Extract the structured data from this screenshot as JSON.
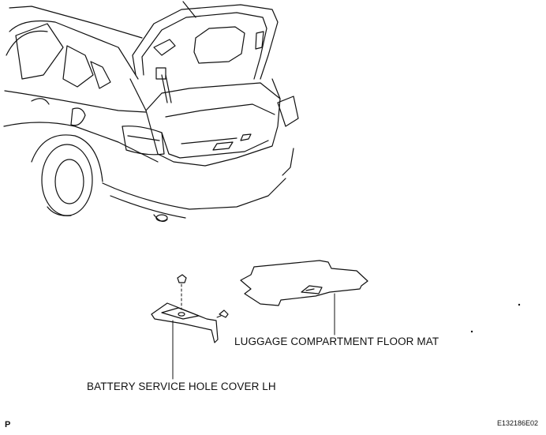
{
  "labels": {
    "floor_mat": "LUGGAGE COMPARTMENT FLOOR MAT",
    "battery_cover": "BATTERY SERVICE HOLE COVER LH",
    "corner_mark": "P",
    "figure_code": "E132186E02"
  },
  "colors": {
    "line": "#111111",
    "background": "#ffffff"
  }
}
